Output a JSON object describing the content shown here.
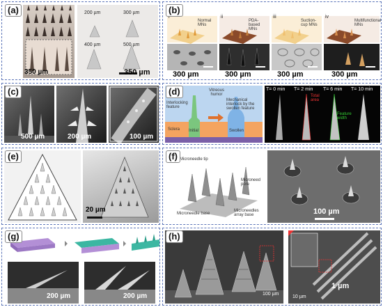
{
  "panels": {
    "a": {
      "label": "(a)",
      "scale_left": "350 µm",
      "scale_right": "350 µm",
      "heights": [
        "200 µm",
        "300 µm",
        "400 µm",
        "500 µm"
      ]
    },
    "b": {
      "label": "(b)",
      "roman": [
        "i",
        "ii",
        "iii",
        "iv"
      ],
      "titles": [
        "Normal MNs",
        "PDA-based MNs",
        "Suction-cup MNs",
        "Multifunctional MNs"
      ],
      "scales": [
        "300 µm",
        "300 µm",
        "300 µm",
        "300 µm"
      ]
    },
    "c": {
      "label": "(c)",
      "scales": [
        "500 µm",
        "200 µm",
        "100 µm"
      ]
    },
    "d": {
      "label": "(d)",
      "vitreous": "Vitreous humor",
      "interlocking": "Interlocking feature",
      "mechanical": "Mechanical interlock by the swollen feature",
      "sclera": "Sclera",
      "initial": "Initial",
      "swollen": "Swollen",
      "times": [
        "T= 0 min",
        "T= 2 min",
        "T= 6 min",
        "T= 10 min"
      ],
      "total_area": "Total area",
      "feature_width": "Feature width"
    },
    "e": {
      "label": "(e)",
      "scale": "20 µm"
    },
    "f": {
      "label": "(f)",
      "tip": "Microneedle tip",
      "pore": "Microneedle pore",
      "base": "Microneedle base",
      "array_base": "Microneedles array base",
      "scale": "100 µm"
    },
    "g": {
      "label": "(g)",
      "scales": [
        "200 µm",
        "200 µm"
      ]
    },
    "h": {
      "label": "(h)",
      "scale_left": "100 µm",
      "scale_right": "1 µm",
      "scale_inset": "10 µm"
    }
  },
  "colors": {
    "dashed_border": "#5b74b8",
    "patch_yellow": "#f2d08c",
    "patch_brown": "#8a4a2a",
    "needle_green": "#7bc67e",
    "needle_blue": "#7fb3e6",
    "sclera_orange": "#f4a460",
    "vitreous_blue": "#bcd6f0",
    "purple_layer": "#b38fd6",
    "teal_layer": "#3cb7a2"
  }
}
